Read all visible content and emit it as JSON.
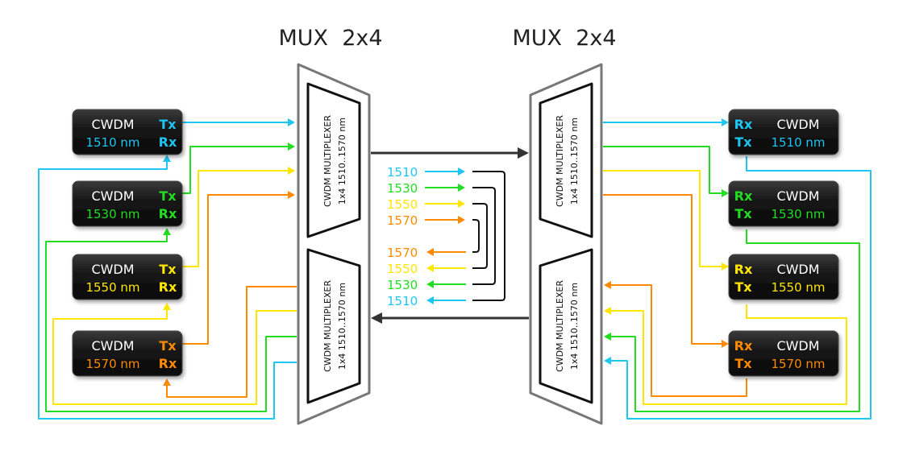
{
  "titles": {
    "left": "MUX  2x4",
    "right": "MUX  2x4"
  },
  "mux_inner_label": {
    "line1": "CWDM MULTIPLEXER",
    "line2": "1x4 1510..1570 nm"
  },
  "colors": {
    "1510": "#1ec6f2",
    "1530": "#22dd22",
    "1550": "#ffe600",
    "1570": "#ff8a00",
    "module_bg": "#1a1a1a",
    "mux_stroke": "#777777",
    "trunk": "#333333"
  },
  "left_modules": [
    {
      "name": "CWDM",
      "wavelength": "1510 nm",
      "top_port": "Tx",
      "bottom_port": "Rx",
      "color_key": "1510"
    },
    {
      "name": "CWDM",
      "wavelength": "1530 nm",
      "top_port": "Tx",
      "bottom_port": "Rx",
      "color_key": "1530"
    },
    {
      "name": "CWDM",
      "wavelength": "1550 nm",
      "top_port": "Tx",
      "bottom_port": "Rx",
      "color_key": "1550"
    },
    {
      "name": "CWDM",
      "wavelength": "1570 nm",
      "top_port": "Tx",
      "bottom_port": "Rx",
      "color_key": "1570"
    }
  ],
  "right_modules": [
    {
      "name": "CWDM",
      "wavelength": "1510 nm",
      "top_port": "Rx",
      "bottom_port": "Tx",
      "color_key": "1510"
    },
    {
      "name": "CWDM",
      "wavelength": "1530 nm",
      "top_port": "Rx",
      "bottom_port": "Tx",
      "color_key": "1530"
    },
    {
      "name": "CWDM",
      "wavelength": "1550 nm",
      "top_port": "Rx",
      "bottom_port": "Tx",
      "color_key": "1550"
    },
    {
      "name": "CWDM",
      "wavelength": "1570 nm",
      "top_port": "Rx",
      "bottom_port": "Tx",
      "color_key": "1570"
    }
  ],
  "legend_forward": [
    {
      "label": "1510",
      "color_key": "1510"
    },
    {
      "label": "1530",
      "color_key": "1530"
    },
    {
      "label": "1550",
      "color_key": "1550"
    },
    {
      "label": "1570",
      "color_key": "1570"
    }
  ],
  "legend_return": [
    {
      "label": "1570",
      "color_key": "1570"
    },
    {
      "label": "1550",
      "color_key": "1550"
    },
    {
      "label": "1530",
      "color_key": "1530"
    },
    {
      "label": "1510",
      "color_key": "1510"
    }
  ]
}
